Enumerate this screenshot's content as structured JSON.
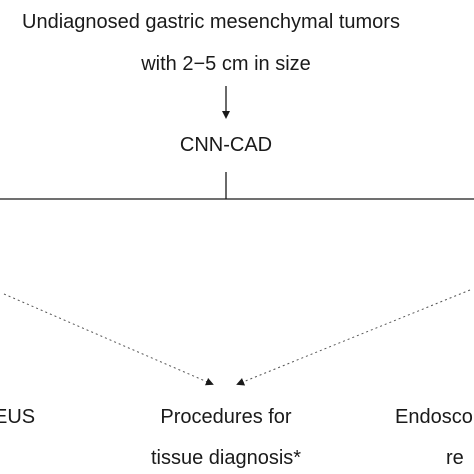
{
  "top_box": {
    "line1": "Undiagnosed gastric mesenchymal tumors",
    "line2": "with 2−5 cm in size"
  },
  "middle_box": {
    "label": "CNN-CAD"
  },
  "bottom_left": {
    "label": "EUS"
  },
  "bottom_center": {
    "line1": "Procedures for",
    "line2": "tissue diagnosis*"
  },
  "bottom_right": {
    "line1": "Endosco",
    "line2": "re"
  }
}
